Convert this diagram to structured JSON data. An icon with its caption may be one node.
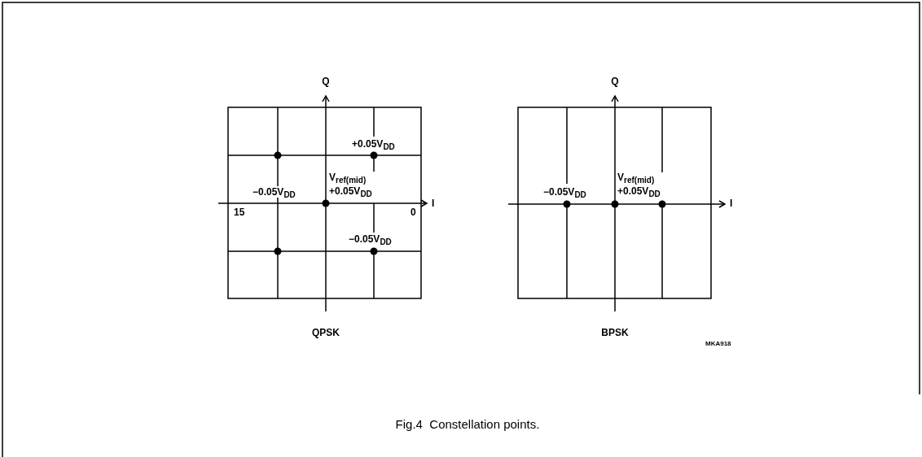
{
  "diagram": {
    "caption": "Fig.4  Constellation points.",
    "labels": [
      "Q",
      "+0.05V$_{DD}$",
      "−0.05V$_{DD}$",
      "V$_{ref(mid)}$",
      "+0.05V$_{DD}$",
      "I",
      "15",
      "0",
      "−0.05V$_{DD}$",
      "QPSK",
      "Q",
      "−0.05V$_{DD}$",
      "V$_{ref(mid)}$",
      "+0.05V$_{DD}$",
      "I",
      "BPSK",
      "MKA918"
    ]
  }
}
